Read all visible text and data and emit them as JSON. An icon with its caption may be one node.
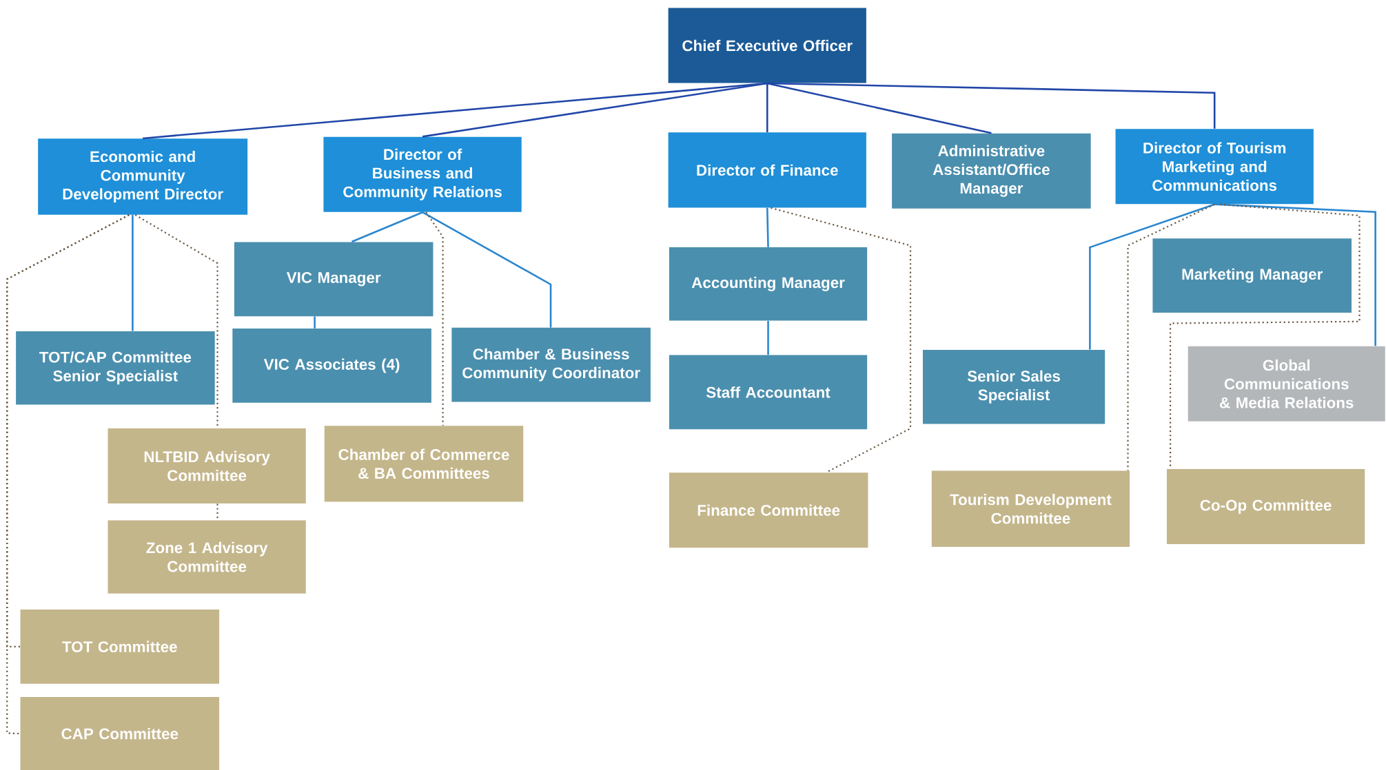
{
  "diagram": {
    "nodes": [
      {
        "text": [
          "Chief Executive Officer"
        ]
      },
      {
        "text": [
          "Economic and Community Development Director"
        ]
      },
      {
        "text": [
          "Director of Business and Community Relations"
        ]
      },
      {
        "text": [
          "Director of Finance"
        ]
      },
      {
        "text": [
          "Administrative Assistant/Office Manager"
        ]
      },
      {
        "text": [
          "Director of Tourism Marketing and Communications"
        ]
      },
      {
        "text": [
          "TOT/CAP Committee Senior Specialist"
        ]
      },
      {
        "text": [
          "NLTBID Advisory Committee"
        ]
      },
      {
        "text": [
          "Zone 1 Advisory Committee"
        ]
      },
      {
        "text": [
          "TOT Committee"
        ]
      },
      {
        "text": [
          "CAP Committee"
        ]
      },
      {
        "text": [
          "VIC Manager"
        ]
      },
      {
        "text": [
          "VIC Associates (4)"
        ]
      },
      {
        "text": [
          "Chamber & Business Community Coordinator"
        ]
      },
      {
        "text": [
          "Chamber of Commerce & BA Committees"
        ]
      },
      {
        "text": [
          "Accounting Manager"
        ]
      },
      {
        "text": [
          "Staff Accountant"
        ]
      },
      {
        "text": [
          "Finance Committee"
        ]
      },
      {
        "text": [
          "Marketing Manager"
        ]
      },
      {
        "text": [
          "Senior Sales Specialist"
        ]
      },
      {
        "text": [
          "Global Communications & Media Relations"
        ]
      },
      {
        "text": [
          "Tourism Development Committee"
        ]
      },
      {
        "text": [
          "Co-Op Committee"
        ]
      }
    ],
    "edges": [
      {
        "from": 0,
        "to": 1,
        "arrow": "none",
        "color": "#2046a8"
      },
      {
        "from": 0,
        "to": 2,
        "arrow": "none",
        "color": "#2046a8"
      },
      {
        "from": 0,
        "to": 3,
        "arrow": "none",
        "color": "#2046a8"
      },
      {
        "from": 0,
        "to": 4,
        "arrow": "none",
        "color": "#2046a8"
      },
      {
        "from": 0,
        "to": 5,
        "arrow": "none",
        "color": "#2046a8"
      },
      {
        "from": 1,
        "to": 6,
        "arrow": "none"
      },
      {
        "from": 1,
        "to": 7,
        "arrow": "none",
        "style": "dashed",
        "color": "#6b5a45"
      },
      {
        "from": 7,
        "to": 8,
        "arrow": "none",
        "style": "dashed",
        "color": "#6b5a45"
      },
      {
        "from": 1,
        "to": 9,
        "arrow": "none",
        "style": "dashed",
        "color": "#6b5a45"
      },
      {
        "from": 1,
        "to": 10,
        "arrow": "none",
        "style": "dashed",
        "color": "#6b5a45"
      },
      {
        "from": 2,
        "to": 11,
        "arrow": "none"
      },
      {
        "from": 11,
        "to": 12,
        "arrow": "none"
      },
      {
        "from": 2,
        "to": 13,
        "arrow": "none"
      },
      {
        "from": 2,
        "to": 14,
        "arrow": "none",
        "style": "dashed",
        "color": "#6b5a45"
      },
      {
        "from": 3,
        "to": 15,
        "arrow": "none"
      },
      {
        "from": 15,
        "to": 16,
        "arrow": "none"
      },
      {
        "from": 3,
        "to": 17,
        "arrow": "none",
        "style": "dashed",
        "color": "#6b5a45"
      },
      {
        "from": 5,
        "to": 19,
        "arrow": "none"
      },
      {
        "from": 5,
        "to": 20,
        "arrow": "none"
      },
      {
        "from": 5,
        "to": 21,
        "arrow": "none",
        "style": "dashed",
        "color": "#6b5a45"
      },
      {
        "from": 5,
        "to": 22,
        "arrow": "none",
        "style": "dashed",
        "color": "#6b5a45"
      }
    ]
  }
}
